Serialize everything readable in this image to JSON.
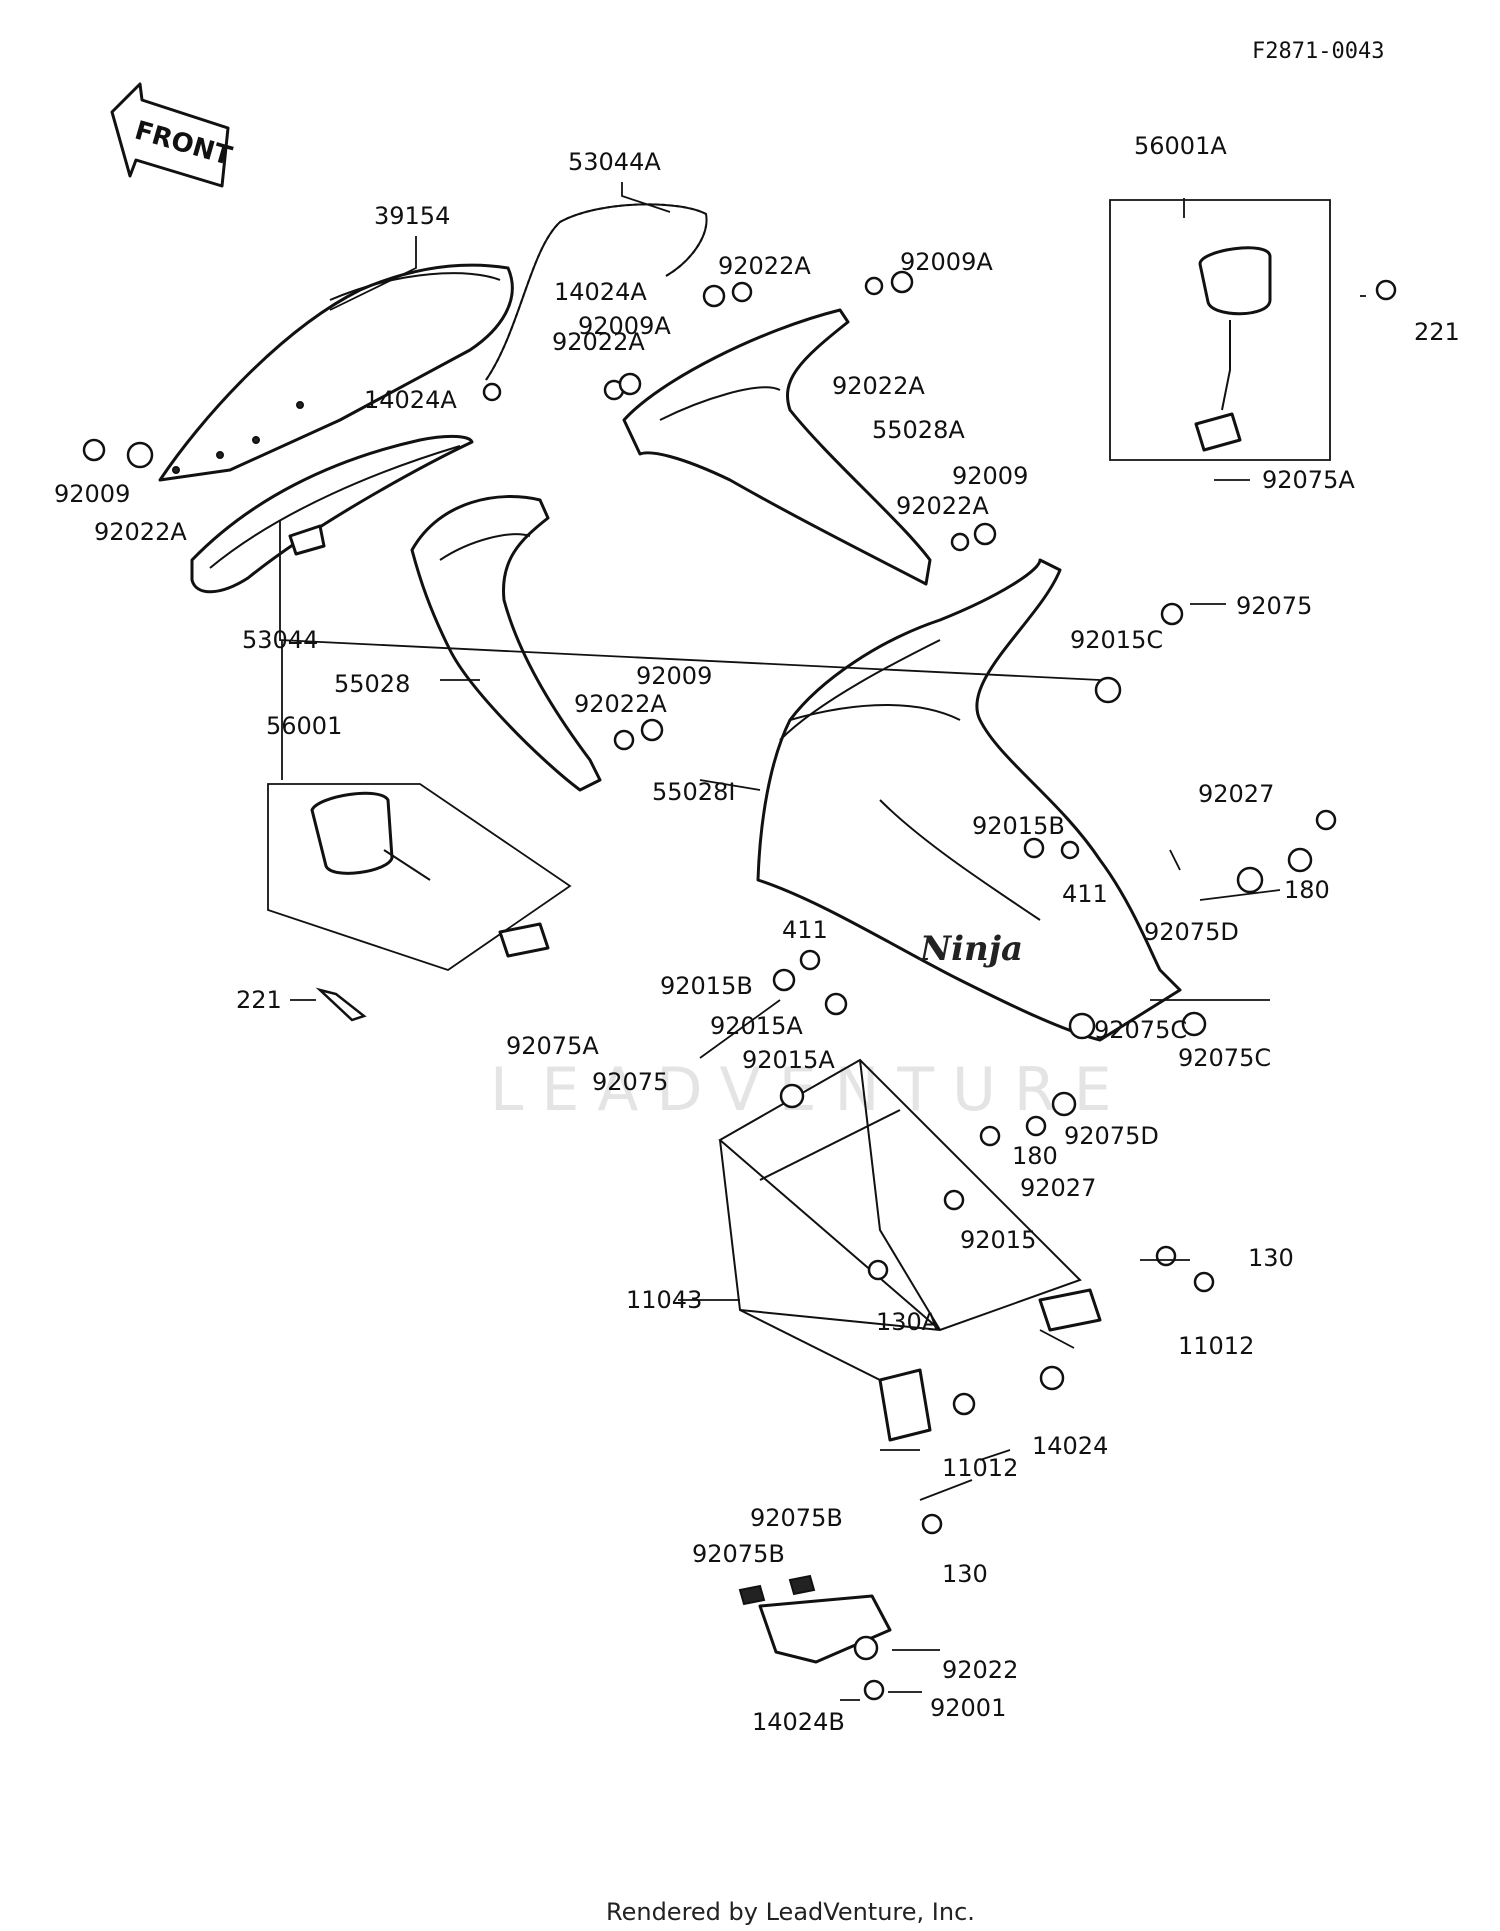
{
  "diagram_code": "F2871-0043",
  "front_arrow_text": "FRONT",
  "logo_text": "Ninja",
  "watermark": "LEADVENTURE",
  "footer": "Rendered by LeadVenture, Inc.",
  "labels": {
    "p53044A": "53044A",
    "p39154": "39154",
    "p14024A_1": "14024A",
    "p92022A_1": "92022A",
    "p92009A_1": "92009A",
    "p92009A_2": "92009A",
    "p92022A_2": "92022A",
    "p92022A_3": "92022A",
    "p14024A_2": "14024A",
    "p92009_1": "92009",
    "p92022A_4": "92022A",
    "p56001A": "56001A",
    "p221_1": "221",
    "p92075A_1": "92075A",
    "p55028A": "55028A",
    "p92009_2": "92009",
    "p92022A_5": "92022A",
    "p53044": "53044",
    "p92075_1": "92075",
    "p92015C": "92015C",
    "p55028": "55028",
    "p92009_3": "92009",
    "p92022A_6": "92022A",
    "p56001": "56001",
    "p55028I": "55028I",
    "p92027_1": "92027",
    "p92015B_1": "92015B",
    "p180_1": "180",
    "p411_1": "411",
    "p92075D_1": "92075D",
    "p411_2": "411",
    "p92015B_2": "92015B",
    "p221_2": "221",
    "p92015A_1": "92015A",
    "p92075C_1": "92075C",
    "p92075C_2": "92075C",
    "p92075A_2": "92075A",
    "p92075_2": "92075",
    "p92015A_2": "92015A",
    "p180_2": "180",
    "p92075D_2": "92075D",
    "p92027_2": "92027",
    "p92015": "92015",
    "p130_1": "130",
    "p11043": "11043",
    "p130A": "130A",
    "p11012_1": "11012",
    "p14024": "14024",
    "p11012_2": "11012",
    "p92075B_1": "92075B",
    "p92075B_2": "92075B",
    "p130_2": "130",
    "p92022": "92022",
    "p92001": "92001",
    "p14024B": "14024B"
  }
}
